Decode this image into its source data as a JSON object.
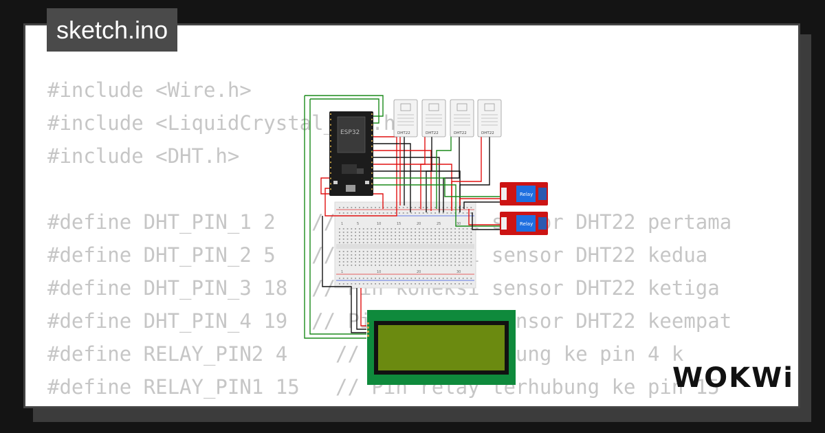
{
  "title_tab": "sketch.ino",
  "code_lines": [
    "#include <Wire.h>",
    "#include <LiquidCrystal_I2C.h>",
    "#include <DHT.h>",
    "",
    "#define DHT_PIN_1 2   // Pin koneksi sensor DHT22 pertama",
    "#define DHT_PIN_2 5   // Pin koneksi sensor DHT22 kedua",
    "#define DHT_PIN_3 18  // Pin koneksi sensor DHT22 ketiga",
    "#define DHT_PIN_4 19  // Pin koneksi sensor DHT22 keempat",
    "#define RELAY_PIN2 4    // Relay terhubung ke pin 4 k",
    "#define RELAY_PIN1 15   // Pin relay terhubung ke pin 15"
  ],
  "diagram": {
    "mcu_label": "ESP32",
    "sensor_label": "DHT22",
    "relay_label": "Relay",
    "breadboard_numbers": [
      "1",
      "5",
      "10",
      "15",
      "20",
      "25",
      "30"
    ]
  },
  "brand": "WOKWi",
  "colors": {
    "background": "#141414",
    "card": "#ffffff",
    "code_text": "#c6c6c6",
    "tab": "#4a4a4a",
    "lcd_board": "#0f8a3c",
    "lcd_screen": "#6b8a10",
    "relay_board": "#cc1414",
    "relay_block": "#1e6fe0",
    "wire_red": "#e01010",
    "wire_green": "#1a8a1a",
    "wire_black": "#111111"
  }
}
